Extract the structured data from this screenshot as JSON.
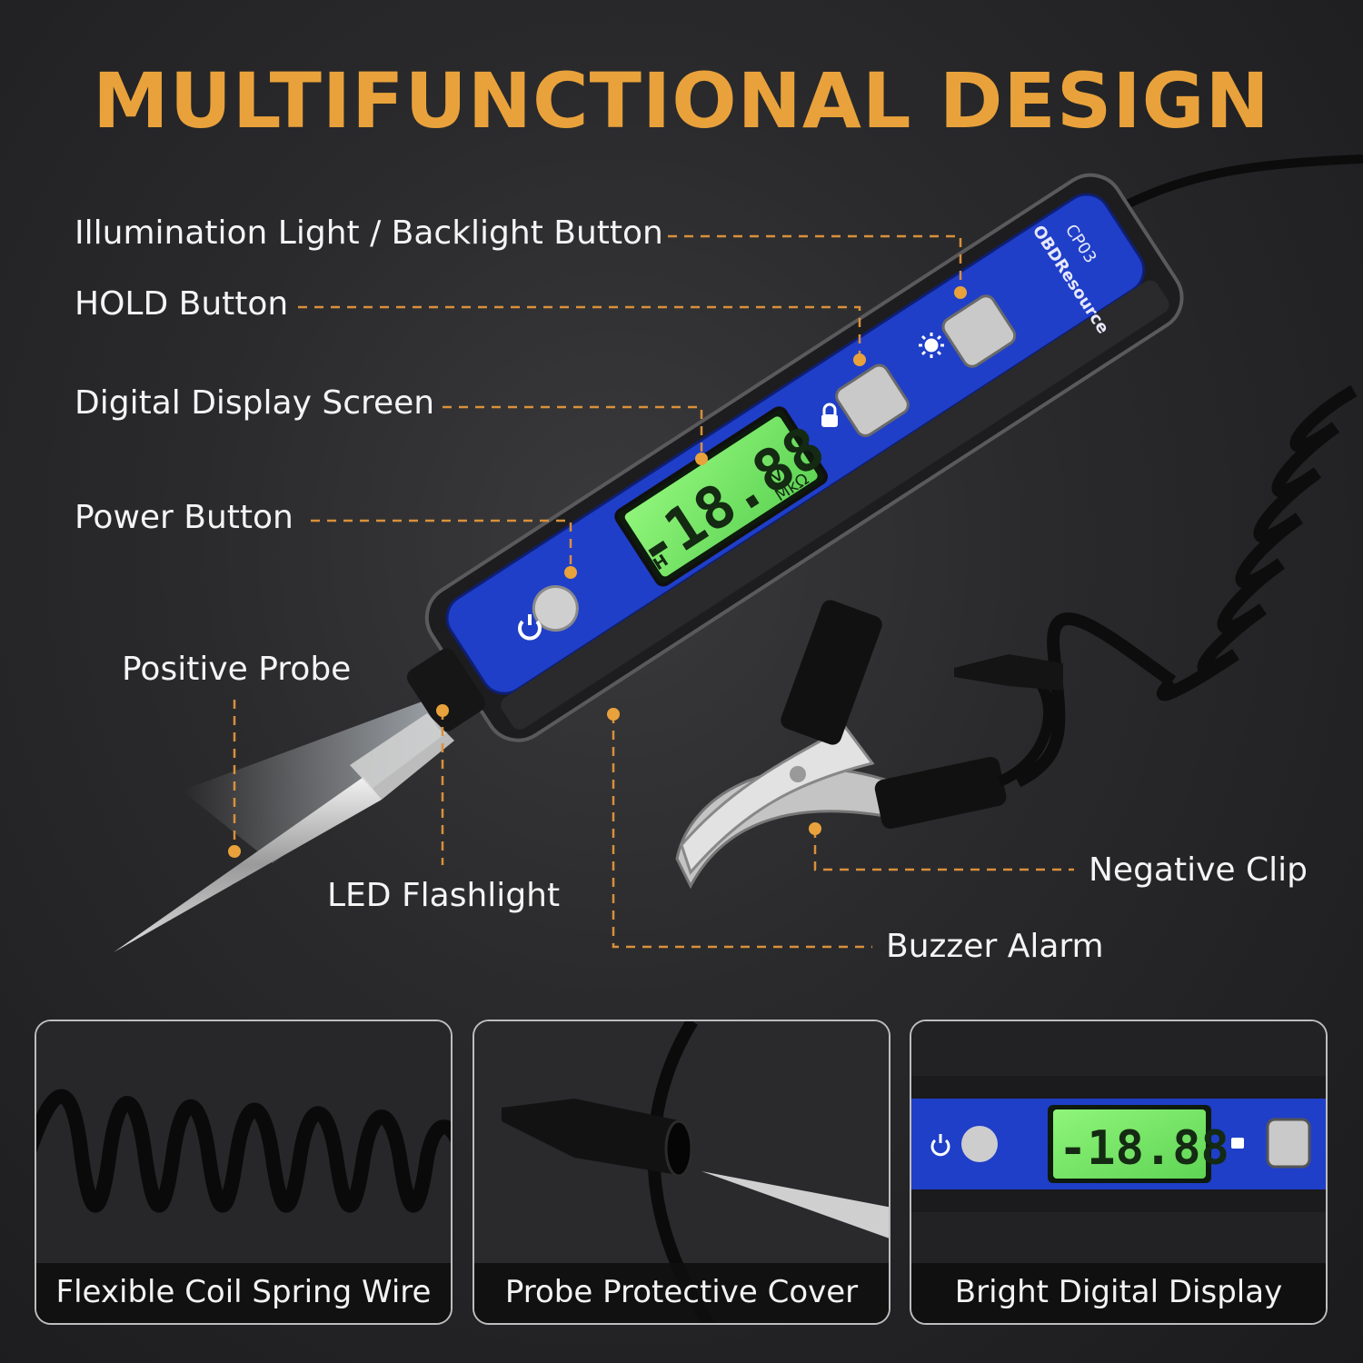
{
  "title": "MULTIFUNCTIONAL DESIGN",
  "device": {
    "brand": "OBDResource",
    "model": "CP03",
    "lcd_digits": "-18.88",
    "lcd_units_v": "V",
    "lcd_units_mk": "MkΩ",
    "lcd_hold": "H"
  },
  "callouts": {
    "illumination": "Illumination Light / Backlight Button",
    "hold": "HOLD Button",
    "display": "Digital Display Screen",
    "power": "Power Button",
    "positive_probe": "Positive Probe",
    "led_flashlight": "LED Flashlight",
    "negative_clip": "Negative Clip",
    "buzzer": "Buzzer Alarm"
  },
  "panels": [
    {
      "caption": "Flexible Coil Spring Wire"
    },
    {
      "caption": "Probe Protective Cover"
    },
    {
      "caption": "Bright Digital Display"
    }
  ],
  "colors": {
    "title": "#e9a23b",
    "leader": "#d9903a",
    "device_blue": "#1f3fc8",
    "lcd_green": "#7cf068"
  }
}
